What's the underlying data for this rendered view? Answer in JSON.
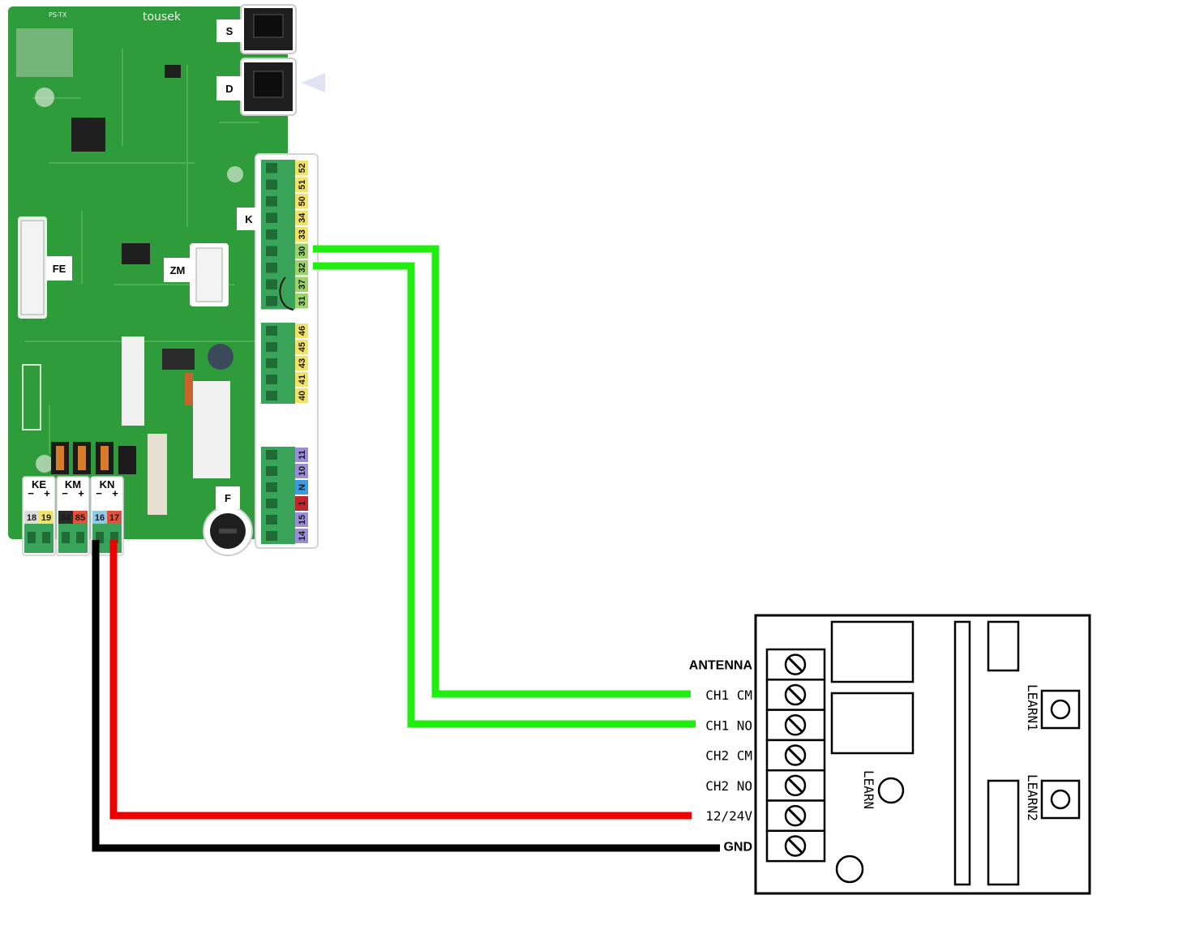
{
  "board": {
    "brand": "tousek",
    "model": "PS-TX",
    "connectors": {
      "s": "S",
      "d": "D",
      "k": "K",
      "fe": "FE",
      "zm": "ZM",
      "f": "F",
      "ke": "KE",
      "km": "KM",
      "kn": "KN"
    },
    "polarity_minus": "−",
    "polarity_plus": "+",
    "k_pins": [
      "52",
      "51",
      "50",
      "34",
      "33",
      "30",
      "32",
      "37",
      "31"
    ],
    "k2_pins": [
      "46",
      "45",
      "43",
      "41",
      "40"
    ],
    "k3_pins": [
      "11",
      "10",
      "N",
      "1",
      "15",
      "14"
    ],
    "ke_pins": [
      "18",
      "19"
    ],
    "km_pins": [
      "84",
      "85"
    ],
    "kn_pins": [
      "16",
      "17"
    ]
  },
  "receiver": {
    "terminals": [
      "ANTENNA",
      "CH1 CM",
      "CH1 NO",
      "CH2 CM",
      "CH2 NO",
      "12/24V",
      "GND"
    ],
    "learn": "LEARN",
    "learn1": "LEARN1",
    "learn2": "LEARN2"
  },
  "colors": {
    "pcb": "#2e9a3a",
    "wire_green": "#22ee11",
    "wire_red": "#ee0000",
    "wire_black": "#000000"
  }
}
